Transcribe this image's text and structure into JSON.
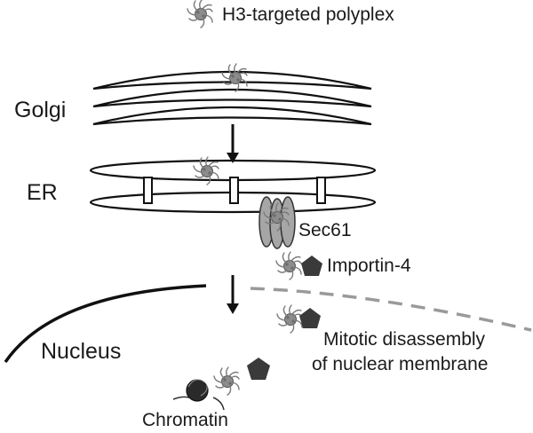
{
  "labels": {
    "polyplex": "H3-targeted polyplex",
    "golgi": "Golgi",
    "er": "ER",
    "sec61": "Sec61",
    "importin": "Importin-4",
    "nucleus": "Nucleus",
    "mitotic_line1": "Mitotic disassembly",
    "mitotic_line2": "of nuclear membrane",
    "chromatin": "Chromatin"
  },
  "colors": {
    "ink": "#111111",
    "polyplex": "#8c8c8c",
    "sec61_fill": "#a6a6a6",
    "pentagon": "#3a3a3a",
    "membrane_dash": "#9a9a9a"
  },
  "icons": [
    "polyplex-icon",
    "importin-pentagon-icon",
    "sec61-channel-icon",
    "chromatin-icon",
    "down-arrow-icon"
  ]
}
